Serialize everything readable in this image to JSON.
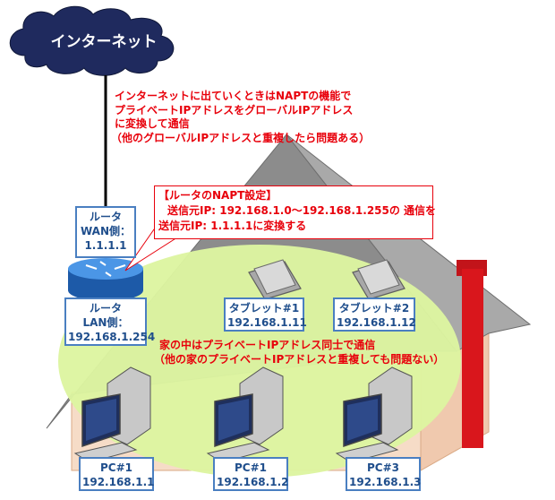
{
  "internet": {
    "label": "インターネット"
  },
  "internet_note": {
    "lines": [
      "インターネットに出ていくときはNAPTの機能で",
      "プライベートIPアドレスをグローバルIPアドレス",
      "に変換して通信",
      "（他のグローバルIPアドレスと重複したら問題ある）"
    ]
  },
  "nat_setting": {
    "title": "【ルータのNAPT設定】",
    "line1": "送信元IP: 192.168.1.0～192.168.1.255の 通信を",
    "line2": "送信元IP: 1.1.1.1に変換する"
  },
  "router": {
    "wan": {
      "name": "ルータ",
      "side": "WAN側：",
      "ip": "1.1.1.1"
    },
    "lan": {
      "name": "ルータ",
      "side": "LAN側：",
      "ip": "192.168.1.254"
    }
  },
  "home_note": {
    "lines": [
      "家の中はプライベートIPアドレス同士で通信",
      "（他の家のプライベートIPアドレスと重複しても問題ない）"
    ]
  },
  "tablets": [
    {
      "name": "タブレット#1",
      "ip": "192.168.1.11"
    },
    {
      "name": "タブレット#2",
      "ip": "192.168.1.12"
    }
  ],
  "pcs": [
    {
      "name": "PC#1",
      "ip": "192.168.1.1"
    },
    {
      "name": "PC#1",
      "ip": "192.168.1.2"
    },
    {
      "name": "PC#3",
      "ip": "192.168.1.3"
    }
  ],
  "colors": {
    "cloud": "#1f2a5e",
    "label_border": "#4a7fc1",
    "label_text": "#1f4e8c",
    "note_text": "#e8000b",
    "lan_area": "#ddf5a0",
    "chimney": "#d9161c",
    "roof": "#8c8c8c",
    "wall": "#f6dcc7",
    "router": "#2f74c9"
  }
}
